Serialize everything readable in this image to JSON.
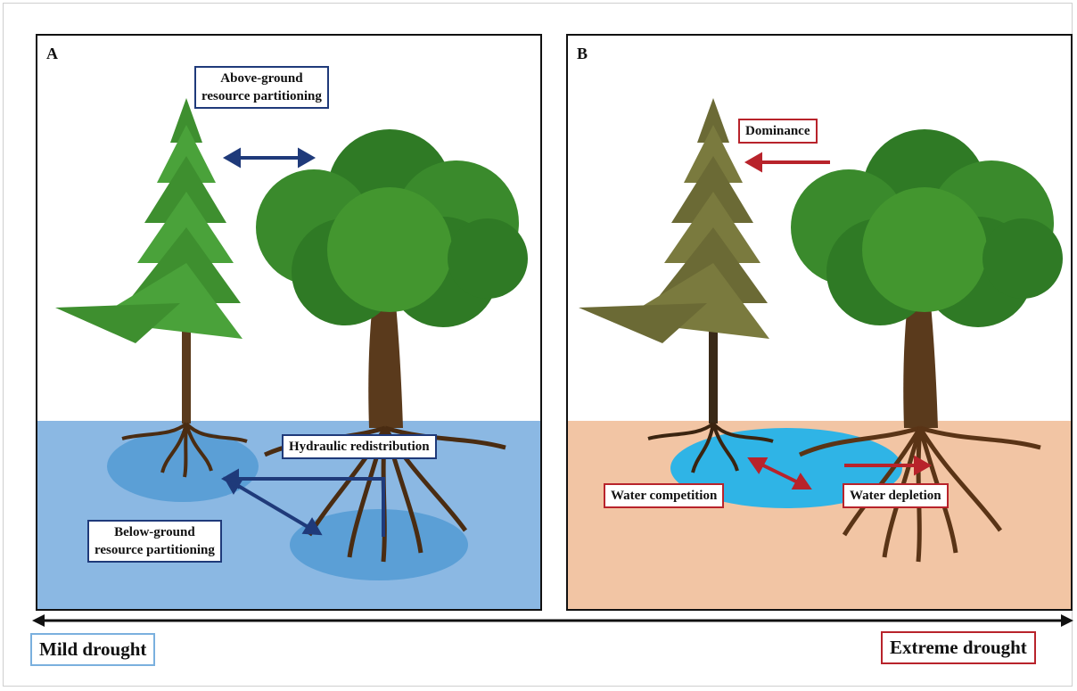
{
  "panel_a": {
    "label": "A",
    "above_ground": "Above-ground resource partitioning",
    "above_ground_line1": "Above-ground",
    "above_ground_line2": "resource partitioning",
    "hydraulic": "Hydraulic redistribution",
    "below_ground_line1": "Below-ground",
    "below_ground_line2": "resource partitioning",
    "soil_color": "#8bb8e3",
    "arrow_color": "#1f3a7a"
  },
  "panel_b": {
    "label": "B",
    "dominance": "Dominance",
    "water_competition": "Water competition",
    "water_depletion": "Water depletion",
    "soil_color": "#f2c5a4",
    "arrow_color": "#b8232b"
  },
  "scale": {
    "left_label": "Mild drought",
    "right_label": "Extreme drought"
  }
}
